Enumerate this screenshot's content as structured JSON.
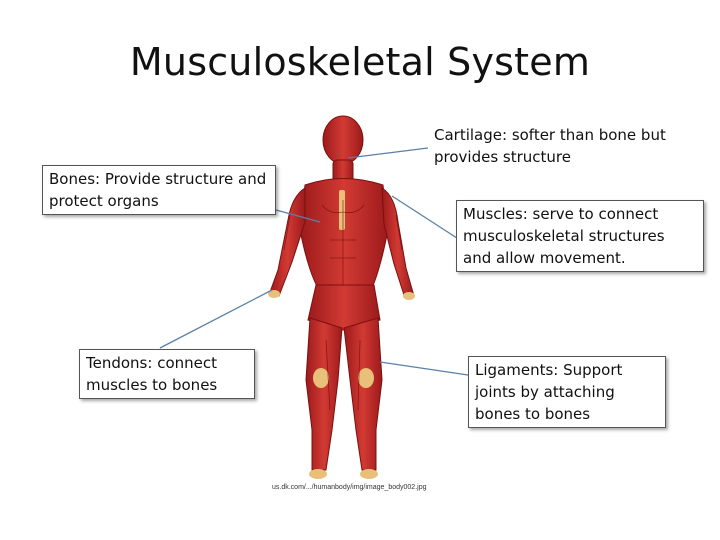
{
  "title": "Musculoskeletal System",
  "labels": {
    "cartilage": "Cartilage: softer than bone but provides structure",
    "bones": "Bones: Provide structure and protect organs",
    "muscles": "Muscles: serve to connect musculoskeletal structures and allow movement.",
    "tendons": "Tendons: connect muscles to bones",
    "ligaments": "Ligaments: Support joints by attaching bones to bones"
  },
  "image_credit": "us.dk.com/.../humanbody/img/image_body002.jpg",
  "colors": {
    "muscle": "#c8262a",
    "muscle_dark": "#8e1416",
    "tendon": "#e8c07a",
    "leader_line": "#5a7fa8"
  }
}
